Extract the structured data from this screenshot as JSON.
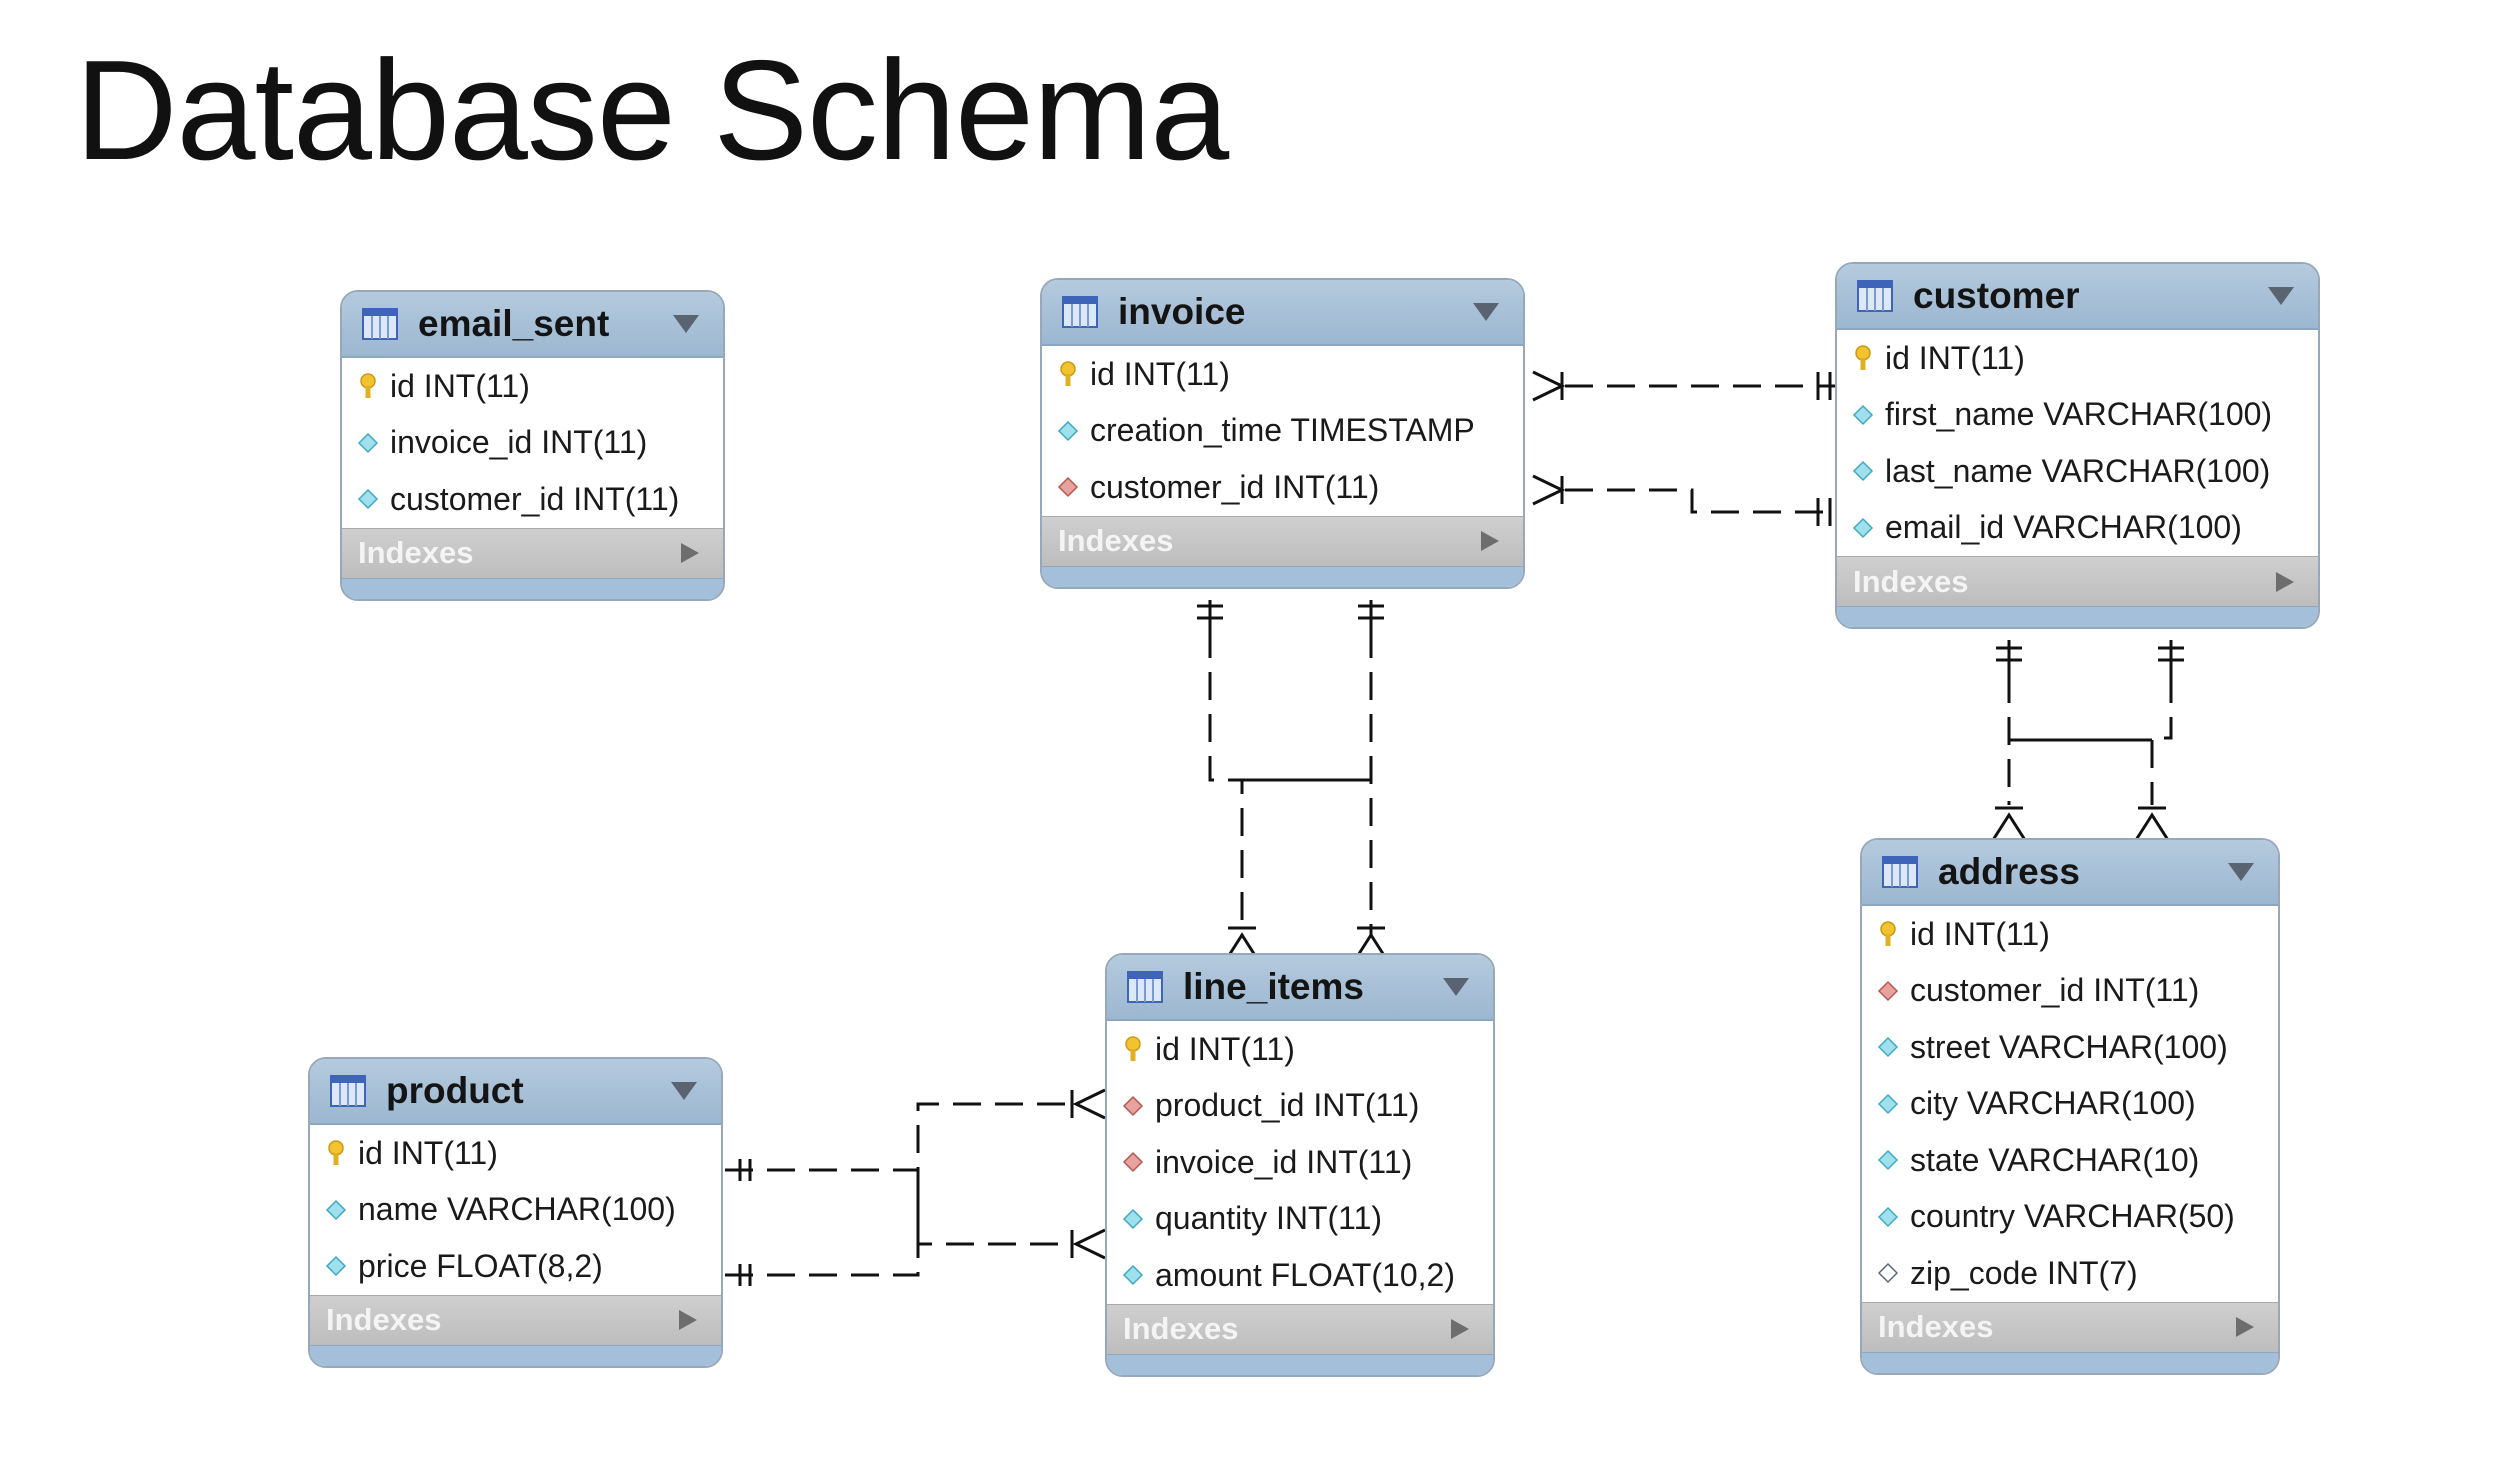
{
  "title": "Database Schema",
  "indexes_label": "Indexes",
  "colors": {
    "header": "#a8c2da",
    "border": "#97a8ba",
    "indexes_bar": "#c4c4c4",
    "relation_line": "#111111",
    "primary_key_icon": "#f2c230",
    "foreign_key_icon": "#d98a84",
    "column_icon": "#62c8dc"
  },
  "tables": [
    {
      "name": "email_sent",
      "columns": [
        {
          "text": "id INT(11)",
          "icon": "primary-key-icon"
        },
        {
          "text": "invoice_id INT(11)",
          "icon": "column-icon"
        },
        {
          "text": "customer_id INT(11)",
          "icon": "column-icon"
        }
      ]
    },
    {
      "name": "invoice",
      "columns": [
        {
          "text": "id INT(11)",
          "icon": "primary-key-icon"
        },
        {
          "text": "creation_time TIMESTAMP",
          "icon": "column-icon"
        },
        {
          "text": "customer_id INT(11)",
          "icon": "foreign-key-icon"
        }
      ]
    },
    {
      "name": "customer",
      "columns": [
        {
          "text": "id INT(11)",
          "icon": "primary-key-icon"
        },
        {
          "text": "first_name VARCHAR(100)",
          "icon": "column-icon"
        },
        {
          "text": "last_name VARCHAR(100)",
          "icon": "column-icon"
        },
        {
          "text": "email_id VARCHAR(100)",
          "icon": "column-icon"
        }
      ]
    },
    {
      "name": "line_items",
      "columns": [
        {
          "text": "id INT(11)",
          "icon": "primary-key-icon"
        },
        {
          "text": "product_id INT(11)",
          "icon": "foreign-key-icon"
        },
        {
          "text": "invoice_id INT(11)",
          "icon": "foreign-key-icon"
        },
        {
          "text": "quantity INT(11)",
          "icon": "column-icon"
        },
        {
          "text": "amount FLOAT(10,2)",
          "icon": "column-icon"
        }
      ]
    },
    {
      "name": "product",
      "columns": [
        {
          "text": "id INT(11)",
          "icon": "primary-key-icon"
        },
        {
          "text": "name VARCHAR(100)",
          "icon": "column-icon"
        },
        {
          "text": "price FLOAT(8,2)",
          "icon": "column-icon"
        }
      ]
    },
    {
      "name": "address",
      "columns": [
        {
          "text": "id INT(11)",
          "icon": "primary-key-icon"
        },
        {
          "text": "customer_id INT(11)",
          "icon": "foreign-key-icon"
        },
        {
          "text": "street VARCHAR(100)",
          "icon": "column-icon"
        },
        {
          "text": "city VARCHAR(100)",
          "icon": "column-icon"
        },
        {
          "text": "state VARCHAR(10)",
          "icon": "column-icon"
        },
        {
          "text": "country VARCHAR(50)",
          "icon": "column-icon"
        },
        {
          "text": "zip_code INT(7)",
          "icon": "nullable-column-icon"
        }
      ]
    }
  ]
}
